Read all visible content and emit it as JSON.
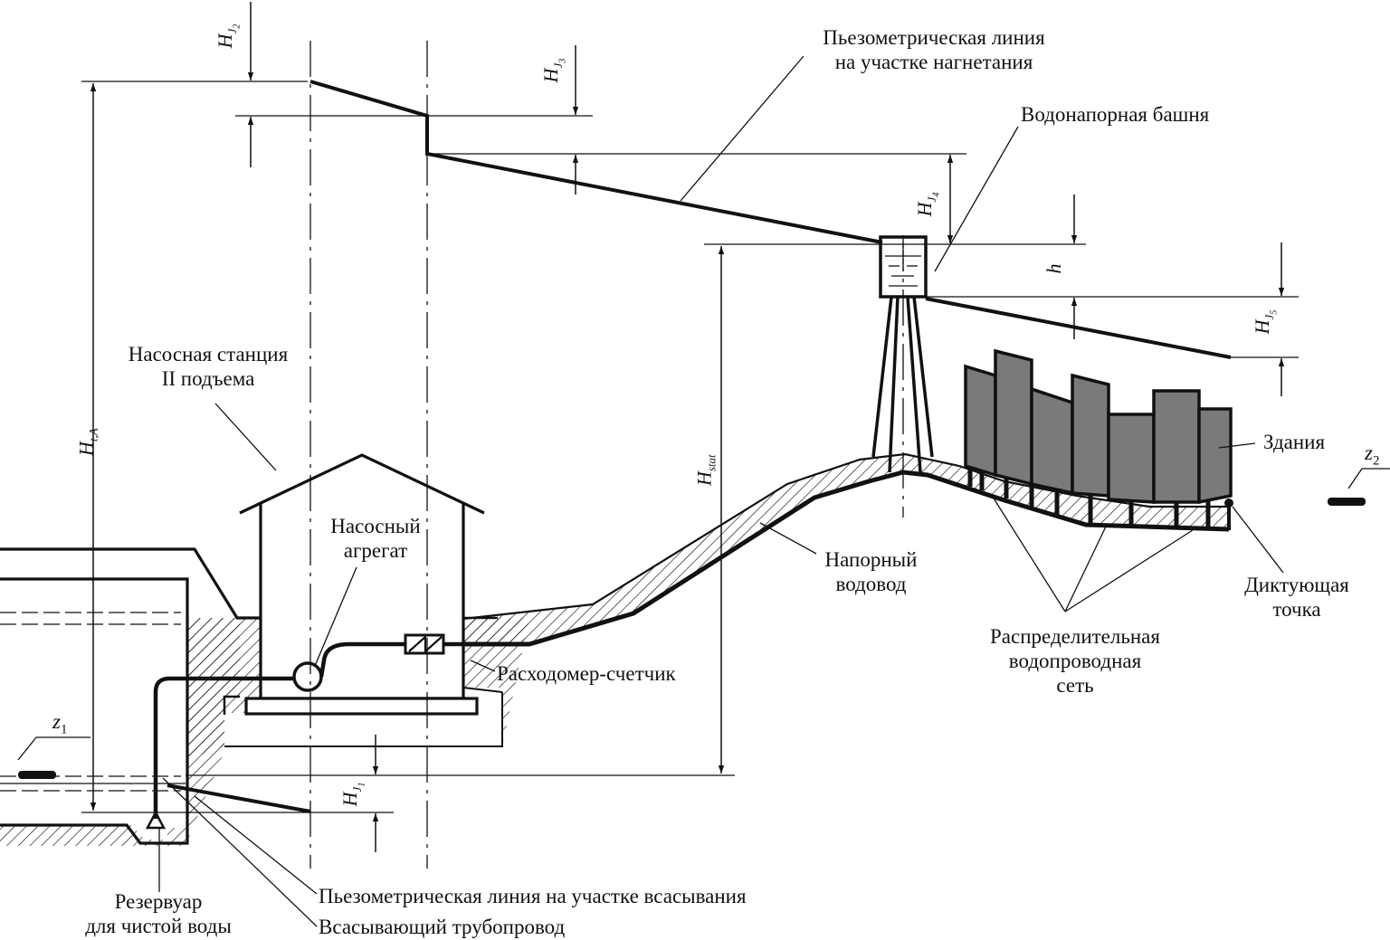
{
  "labels": {
    "piezo_discharge_1": "Пьезометрическая линия",
    "piezo_discharge_2": "на участке нагнетания",
    "water_tower": "Водонапорная башня",
    "pump_station_1": "Насосная станция",
    "pump_station_2": "II подъема",
    "pump_unit_1": "Насосный",
    "pump_unit_2": "агрегат",
    "pressure_main_1": "Напорный",
    "pressure_main_2": "водовод",
    "buildings": "Здания",
    "dictating_point_1": "Диктующая",
    "dictating_point_2": "точка",
    "network_1": "Распределительная",
    "network_2": "водопроводная",
    "network_3": "сеть",
    "flowmeter": "Расходомер-счетчик",
    "reservoir_1": "Резервуар",
    "reservoir_2": "для чистой воды",
    "piezo_suction": "Пьезометрическая линия на участке всасывания",
    "suction_pipe": "Всасывающий трубопровод"
  },
  "dimensions": {
    "h_letter": "H",
    "j_letter": "J",
    "hj1_idx": "1",
    "hj2_idx": "2",
    "hj3_idx": "3",
    "hj4_idx": "4",
    "hj5_idx": "5",
    "htA_sub": "t,A",
    "hstat_sub": "stat",
    "h_small": "h"
  },
  "levels": {
    "z_letter": "z",
    "z1_idx": "1",
    "z2_idx": "2"
  },
  "colors": {
    "line": "#111111",
    "building_fill": "#7a7a7a",
    "background": "#ffffff"
  }
}
